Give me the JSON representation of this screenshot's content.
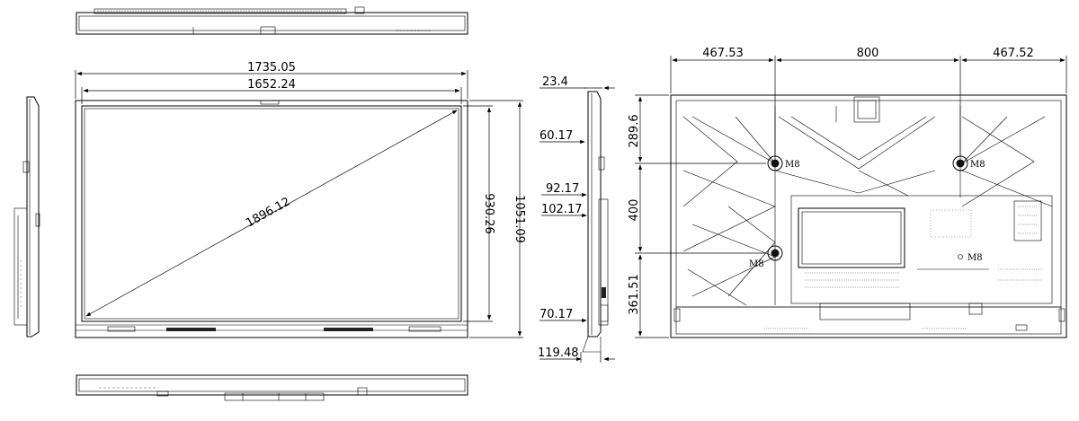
{
  "front_view": {
    "overall_width": "1735.05",
    "screen_width": "1652.24",
    "diagonal": "1896.12",
    "screen_height": "930.26",
    "overall_height": "1051.09"
  },
  "side_view": {
    "depth_top": "23.4",
    "depth_upper": "60.17",
    "depth_mid": "92.17",
    "depth_mid2": "102.17",
    "depth_bottom": "70.17",
    "depth_base": "119.48"
  },
  "rear_view": {
    "left_offset": "467.53",
    "vesa_width": "800",
    "right_offset": "467.52",
    "top_offset": "289.6",
    "vesa_height": "400",
    "bottom_offset": "361.51",
    "mount_label": "M8"
  }
}
